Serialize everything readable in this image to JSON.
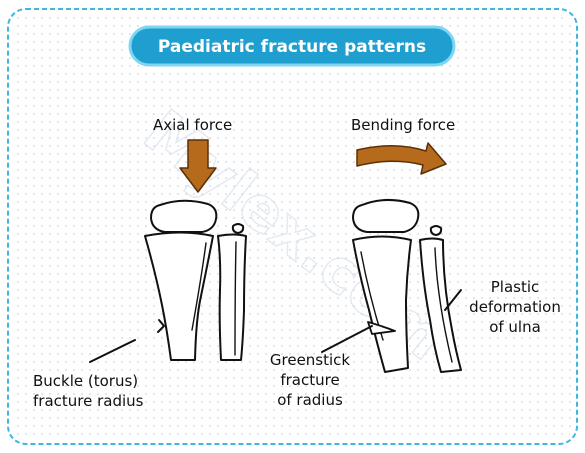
{
  "title": "Paediatric fracture patterns",
  "watermark": "Mylex.com",
  "labels": {
    "axial_force": "Axial force",
    "bending_force": "Bending force",
    "buckle_line1": "Buckle (torus)",
    "buckle_line2": "fracture radius",
    "greenstick_line1": "Greenstick",
    "greenstick_line2": "fracture",
    "greenstick_line3": "of radius",
    "plastic_line1": "Plastic",
    "plastic_line2": "deformation",
    "plastic_line3": "of ulna"
  },
  "colors": {
    "frame_border": "#3fb6df",
    "dots": "#cfd6dc",
    "title_fill": "#1e9fd0",
    "title_border": "#7fd6f2",
    "arrow_fill": "#b56a1c",
    "arrow_stroke": "#5a3008"
  },
  "icons": {
    "axial_arrow": "down-arrow-icon",
    "bending_arrow": "curved-right-arrow-icon"
  }
}
